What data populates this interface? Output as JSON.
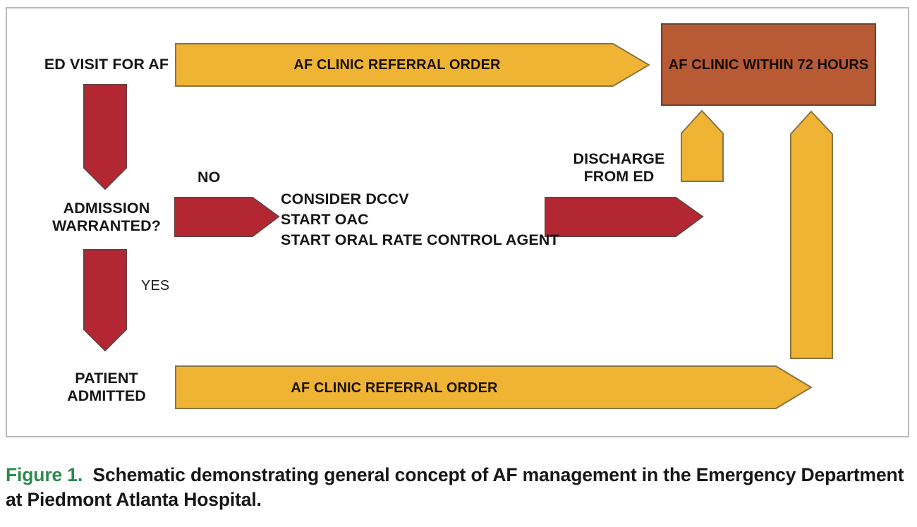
{
  "figure": {
    "caption_number": "Figure 1.",
    "caption_text": "Schematic demonstrating general concept of AF management in the Emergency Department at Piedmont Atlanta Hospital.",
    "caption_number_color": "#2d8a4e",
    "frame_border_color": "#b9b9b9"
  },
  "palette": {
    "red": "#b32733",
    "red_border": "#6e4040",
    "yellow": "#f0b435",
    "yellow_border": "#8b7340",
    "orange": "#b85a33",
    "orange_border": "#6b4335",
    "text": "#161616"
  },
  "diagram": {
    "type": "flowchart",
    "title": "AF management in the Emergency Department",
    "labels": [
      {
        "id": "ed-visit",
        "text": "ED VISIT FOR AF"
      },
      {
        "id": "admission",
        "text": "ADMISSION\nWARRANTED?"
      },
      {
        "id": "patient",
        "text": "PATIENT\nADMITTED"
      },
      {
        "id": "no",
        "text": "NO"
      },
      {
        "id": "yes",
        "text": "YES"
      },
      {
        "id": "discharge",
        "text": "DISCHARGE\nFROM ED"
      },
      {
        "id": "consider",
        "text": "CONSIDER DCCV\nSTART OAC\nSTART ORAL RATE CONTROL AGENT"
      }
    ],
    "shapes": [
      {
        "id": "top-referral-arrow",
        "kind": "right-arrow",
        "color": "yellow",
        "text": "AF CLINIC REFERRAL ORDER"
      },
      {
        "id": "bottom-referral-arrow",
        "kind": "right-arrow",
        "color": "yellow",
        "text": "AF CLINIC REFERRAL ORDER"
      },
      {
        "id": "clinic-72-box",
        "kind": "rectangle",
        "color": "orange",
        "text": "AF CLINIC WITHIN 72 HOURS"
      },
      {
        "id": "ed-to-admission-arrow",
        "kind": "down-arrow",
        "color": "red",
        "text": ""
      },
      {
        "id": "admission-to-patient-arrow",
        "kind": "down-arrow",
        "color": "red",
        "text": ""
      },
      {
        "id": "no-branch-arrow",
        "kind": "right-arrow",
        "color": "red",
        "text": ""
      },
      {
        "id": "discharge-arrow",
        "kind": "right-arrow",
        "color": "red",
        "text": ""
      },
      {
        "id": "discharge-up-arrow",
        "kind": "up-arrow",
        "color": "yellow",
        "text": ""
      },
      {
        "id": "admitted-up-arrow",
        "kind": "up-arrow",
        "color": "yellow",
        "text": ""
      }
    ],
    "flow": [
      "ED VISIT FOR AF -> AF CLINIC REFERRAL ORDER -> AF CLINIC WITHIN 72 HOURS",
      "ED VISIT FOR AF -> ADMISSION WARRANTED?",
      "ADMISSION WARRANTED? --NO--> CONSIDER DCCV / START OAC / START ORAL RATE CONTROL AGENT -> DISCHARGE FROM ED -> AF CLINIC WITHIN 72 HOURS",
      "ADMISSION WARRANTED? --YES--> PATIENT ADMITTED -> AF CLINIC REFERRAL ORDER -> AF CLINIC WITHIN 72 HOURS"
    ]
  }
}
